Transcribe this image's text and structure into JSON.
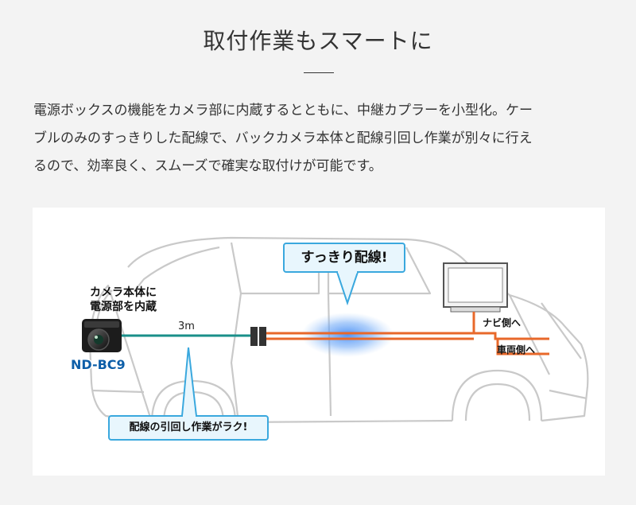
{
  "header": {
    "title": "取付作業もスマートに"
  },
  "description": {
    "lines": [
      "電源ボックスの機能をカメラ部に内蔵するとともに、中継カプラーを小型化。ケー",
      "ブルのみのすっきりした配線で、バックカメラ本体と配線引回し作業が別々に行え",
      "るので、効率良く、スムーズで確実な取付けが可能です。"
    ]
  },
  "diagram": {
    "camera_label_line1": "カメラ本体に",
    "camera_label_line2": "電源部を内蔵",
    "model_name": "ND-BC9",
    "cable_length": "3m",
    "callout_top": "すっきり配線!",
    "callout_bottom": "配線の引回し作業がラク!",
    "branch_navi": "ナビ側へ",
    "branch_vehicle": "車両側へ",
    "colors": {
      "camera_cable": "#1a8f8a",
      "vehicle_cable": "#e8682a",
      "callout_border": "#3aa8de",
      "callout_fill": "#e8f6fd",
      "model_text": "#0d5ea8"
    }
  }
}
